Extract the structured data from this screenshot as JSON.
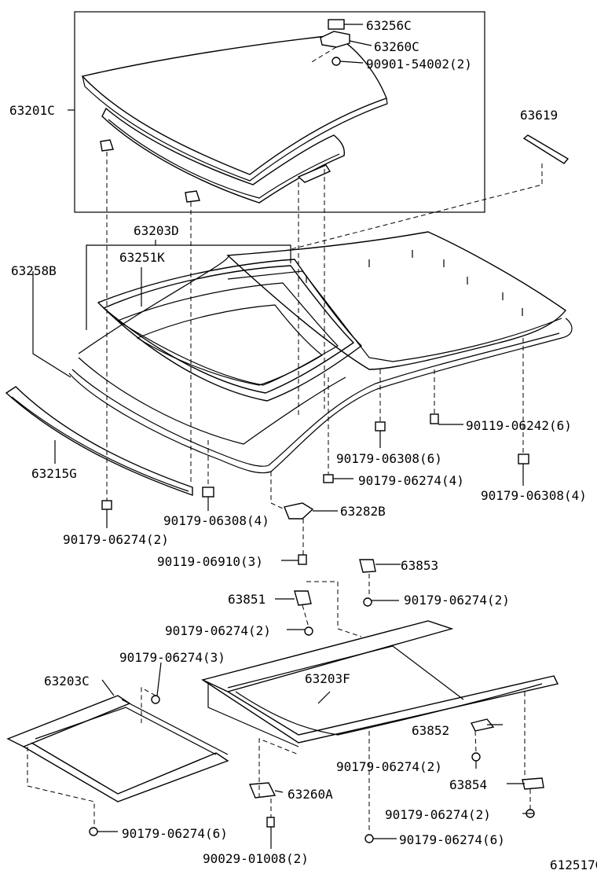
{
  "diagram_id": "612517G",
  "callouts": [
    {
      "id": "c1",
      "part": "63256C"
    },
    {
      "id": "c2",
      "part": "63260C"
    },
    {
      "id": "c3",
      "part": "90901-54002",
      "qty": "(2)"
    },
    {
      "id": "c4",
      "part": "63201C"
    },
    {
      "id": "c5",
      "part": "63619"
    },
    {
      "id": "c6",
      "part": "63203D"
    },
    {
      "id": "c7",
      "part": "63251K"
    },
    {
      "id": "c8",
      "part": "63258B"
    },
    {
      "id": "c9",
      "part": "90119-06242",
      "qty": "(6)"
    },
    {
      "id": "c10",
      "part": "90179-06308",
      "qty": "(6)"
    },
    {
      "id": "c11",
      "part": "90179-06274",
      "qty": "(4)"
    },
    {
      "id": "c12",
      "part": "90179-06308",
      "qty": "(4)"
    },
    {
      "id": "c13",
      "part": "63215G"
    },
    {
      "id": "c14",
      "part": "90179-06308",
      "qty": "(4)"
    },
    {
      "id": "c15",
      "part": "63282B"
    },
    {
      "id": "c16",
      "part": "90179-06274",
      "qty": "(2)"
    },
    {
      "id": "c17",
      "part": "90119-06910",
      "qty": "(3)"
    },
    {
      "id": "c18",
      "part": "63853"
    },
    {
      "id": "c19",
      "part": "63851"
    },
    {
      "id": "c20",
      "part": "90179-06274",
      "qty": "(2)"
    },
    {
      "id": "c21",
      "part": "90179-06274",
      "qty": "(2)"
    },
    {
      "id": "c22",
      "part": "90179-06274",
      "qty": "(3)"
    },
    {
      "id": "c23",
      "part": "63203C"
    },
    {
      "id": "c24",
      "part": "63203F"
    },
    {
      "id": "c25",
      "part": "63852"
    },
    {
      "id": "c26",
      "part": "90179-06274",
      "qty": "(2)"
    },
    {
      "id": "c27",
      "part": "63854"
    },
    {
      "id": "c28",
      "part": "63260A"
    },
    {
      "id": "c29",
      "part": "90179-06274",
      "qty": "(2)"
    },
    {
      "id": "c30",
      "part": "90179-06274",
      "qty": "(6)"
    },
    {
      "id": "c31",
      "part": "90029-01008",
      "qty": "(2)"
    },
    {
      "id": "c32",
      "part": "90179-06274",
      "qty": "(6)"
    }
  ]
}
